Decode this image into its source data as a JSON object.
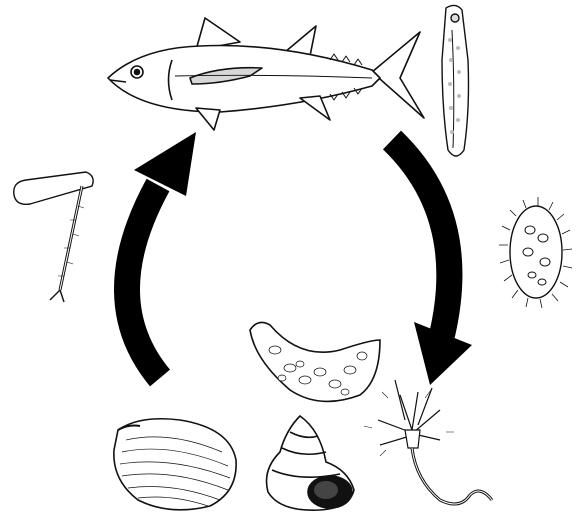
{
  "diagram": {
    "type": "life-cycle",
    "organisms": [
      {
        "id": "fish",
        "icon": "tuna-icon"
      },
      {
        "id": "adult-worm",
        "icon": "flatworm-icon"
      },
      {
        "id": "egg",
        "icon": "ciliated-egg-icon"
      },
      {
        "id": "larva",
        "icon": "branched-larva-icon"
      },
      {
        "id": "sporocyst",
        "icon": "sporocyst-sac-icon"
      },
      {
        "id": "snail",
        "icon": "snail-shell-icon"
      },
      {
        "id": "clam",
        "icon": "clam-shell-icon"
      },
      {
        "id": "cercaria",
        "icon": "tailed-cercaria-icon"
      }
    ],
    "arrows": [
      {
        "from": "fish",
        "to": "larva",
        "icon": "curved-arrow-down-icon"
      },
      {
        "from": "clam",
        "to": "fish",
        "icon": "curved-arrow-up-icon"
      }
    ],
    "colors": {
      "stroke": "#111111",
      "fill": "#ffffff",
      "arrow": "#000000",
      "shade": "#cfcfcf"
    }
  }
}
